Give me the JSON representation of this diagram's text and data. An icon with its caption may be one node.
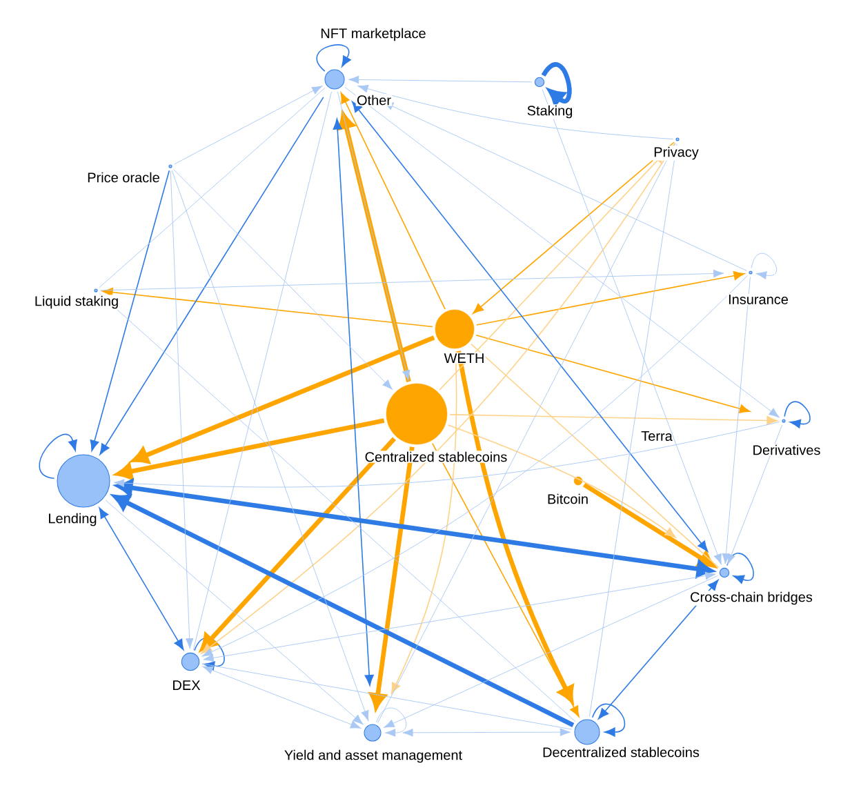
{
  "diagram": {
    "nodes": [
      {
        "text": [],
        "shape": "circle",
        "beside": [
          "Other"
        ]
      },
      {
        "text": [],
        "shape": "circle",
        "beside": [
          "Staking"
        ]
      },
      {
        "text": [],
        "shape": "circle",
        "beside": [
          "Privacy"
        ]
      },
      {
        "text": [],
        "shape": "circle",
        "beside": [
          "Price oracle"
        ]
      },
      {
        "text": [],
        "shape": "circle",
        "beside": [
          "Liquid staking"
        ]
      },
      {
        "text": [],
        "shape": "circle",
        "beside": [
          "Insurance"
        ]
      },
      {
        "text": [],
        "shape": "circle",
        "beside": [
          "WETH"
        ]
      },
      {
        "text": [],
        "shape": "circle",
        "beside": [
          "Derivatives"
        ]
      },
      {
        "text": [],
        "shape": "circle",
        "beside": [
          "Centralized stablecoins"
        ]
      },
      {
        "text": [],
        "shape": "circle",
        "beside": [
          "Bitcoin"
        ]
      },
      {
        "text": [],
        "shape": "circle",
        "beside": [
          "Lending"
        ]
      },
      {
        "text": [],
        "shape": "circle",
        "beside": [
          "Cross-chain bridges"
        ]
      },
      {
        "text": [],
        "shape": "circle",
        "beside": [
          "DEX"
        ]
      },
      {
        "text": [],
        "shape": "circle",
        "beside": [
          "Yield and asset management"
        ]
      },
      {
        "text": [],
        "shape": "circle",
        "beside": [
          "Decentralized stablecoins"
        ]
      },
      {
        "text": [
          "NFT marketplace"
        ]
      },
      {
        "text": [
          "Terra"
        ]
      }
    ],
    "edges": [
      {
        "from": 0,
        "to": 0,
        "arrow": "to",
        "color": "#2f7be5"
      },
      {
        "from": 1,
        "to": 1,
        "arrow": "to",
        "style": "thick",
        "color": "#2f7be5"
      },
      {
        "from": 10,
        "to": 10,
        "arrow": "to",
        "color": "#2f7be5"
      },
      {
        "from": 5,
        "to": 5,
        "arrow": "to"
      },
      {
        "from": 7,
        "to": 7,
        "arrow": "to",
        "color": "#2f7be5"
      },
      {
        "from": 11,
        "to": 11,
        "arrow": "to",
        "color": "#2f7be5"
      },
      {
        "from": 12,
        "to": 12,
        "arrow": "to",
        "color": "#2f7be5"
      },
      {
        "from": 13,
        "to": 13,
        "arrow": "to"
      },
      {
        "from": 14,
        "to": 14,
        "arrow": "to",
        "color": "#2f7be5"
      },
      {
        "from": 8,
        "to": 10,
        "arrow": "to",
        "style": "thick",
        "color": "#ffa500"
      },
      {
        "from": 6,
        "to": 10,
        "arrow": "to",
        "style": "thick",
        "color": "#ffa500"
      },
      {
        "from": 8,
        "to": 12,
        "arrow": "to",
        "style": "thick",
        "color": "#ffa500"
      },
      {
        "from": 8,
        "to": 0,
        "arrow": "to",
        "style": "thick",
        "color": "#ffa500"
      },
      {
        "from": 6,
        "to": 14,
        "arrow": "to",
        "style": "thick",
        "color": "#ffa500"
      },
      {
        "from": 8,
        "to": 13,
        "arrow": "to",
        "style": "thick",
        "color": "#ffa500"
      },
      {
        "from": 9,
        "to": 11,
        "arrow": "to",
        "style": "thick",
        "color": "#ffa500"
      },
      {
        "from": 8,
        "to": 14,
        "arrow": "to",
        "color": "#ffa500"
      },
      {
        "from": 6,
        "to": 0,
        "arrow": "to",
        "color": "#ffa500"
      },
      {
        "from": 6,
        "to": 4,
        "arrow": "to",
        "color": "#ffa500"
      },
      {
        "from": 6,
        "to": 5,
        "arrow": "to",
        "color": "#ffa500"
      },
      {
        "from": 6,
        "to": 7,
        "arrow": "to",
        "color": "#ffa500"
      },
      {
        "from": 2,
        "to": 6,
        "arrow": "to",
        "color": "#ffa500"
      },
      {
        "from": 8,
        "to": 2,
        "arrow": "to",
        "color": "#ffd28a"
      },
      {
        "from": 8,
        "to": 7,
        "arrow": "to",
        "color": "#ffd28a"
      },
      {
        "from": 8,
        "to": 11,
        "arrow": "to",
        "color": "#ffd28a"
      },
      {
        "from": 6,
        "to": 11,
        "arrow": "none",
        "color": "#ffd28a"
      },
      {
        "from": 2,
        "to": 12,
        "arrow": "to",
        "color": "#ffd28a"
      },
      {
        "from": 6,
        "to": 13,
        "arrow": "to",
        "color": "#ffd28a"
      },
      {
        "from": 10,
        "to": 11,
        "arrow": "both",
        "style": "thick",
        "color": "#2f7be5"
      },
      {
        "from": 14,
        "to": 10,
        "arrow": "to",
        "style": "thick",
        "color": "#2f7be5"
      },
      {
        "from": 0,
        "to": 13,
        "arrow": "both",
        "color": "#2f7be5"
      },
      {
        "from": 0,
        "to": 11,
        "arrow": "both",
        "color": "#2f7be5"
      },
      {
        "from": 3,
        "to": 10,
        "arrow": "to",
        "color": "#2f7be5"
      },
      {
        "from": 0,
        "to": 10,
        "arrow": "to",
        "color": "#2f7be5"
      },
      {
        "from": 10,
        "to": 12,
        "arrow": "both",
        "color": "#2f7be5"
      },
      {
        "from": 11,
        "to": 14,
        "arrow": "both",
        "color": "#2f7be5"
      },
      {
        "from": 1,
        "to": 0,
        "arrow": "to"
      },
      {
        "from": 2,
        "to": 0,
        "arrow": "to"
      },
      {
        "from": 3,
        "to": 0,
        "arrow": "to"
      },
      {
        "from": 0,
        "to": 4,
        "arrow": "none"
      },
      {
        "from": 0,
        "to": 12,
        "arrow": "none"
      },
      {
        "from": 5,
        "to": 0,
        "arrow": "to"
      },
      {
        "from": 0,
        "to": 8,
        "arrow": "to"
      },
      {
        "from": 0,
        "to": 7,
        "arrow": "to"
      },
      {
        "from": 1,
        "to": 11,
        "arrow": "to"
      },
      {
        "from": 3,
        "to": 13,
        "arrow": "to"
      },
      {
        "from": 3,
        "to": 12,
        "arrow": "to"
      },
      {
        "from": 3,
        "to": 8,
        "arrow": "to"
      },
      {
        "from": 4,
        "to": 5,
        "arrow": "to"
      },
      {
        "from": 4,
        "to": 14,
        "arrow": "none"
      },
      {
        "from": 5,
        "to": 12,
        "arrow": "to"
      },
      {
        "from": 5,
        "to": 11,
        "arrow": "to"
      },
      {
        "from": 2,
        "to": 14,
        "arrow": "none"
      },
      {
        "from": 2,
        "to": 13,
        "arrow": "none"
      },
      {
        "from": 7,
        "to": 10,
        "arrow": "to"
      },
      {
        "from": 7,
        "to": 11,
        "arrow": "to"
      },
      {
        "from": 11,
        "to": 12,
        "arrow": "both"
      },
      {
        "from": 11,
        "to": 13,
        "arrow": "to"
      },
      {
        "from": 12,
        "to": 14,
        "arrow": "none"
      },
      {
        "from": 12,
        "to": 13,
        "arrow": "both"
      },
      {
        "from": 13,
        "to": 14,
        "arrow": "both"
      },
      {
        "from": 10,
        "to": 13,
        "arrow": "to"
      }
    ]
  }
}
